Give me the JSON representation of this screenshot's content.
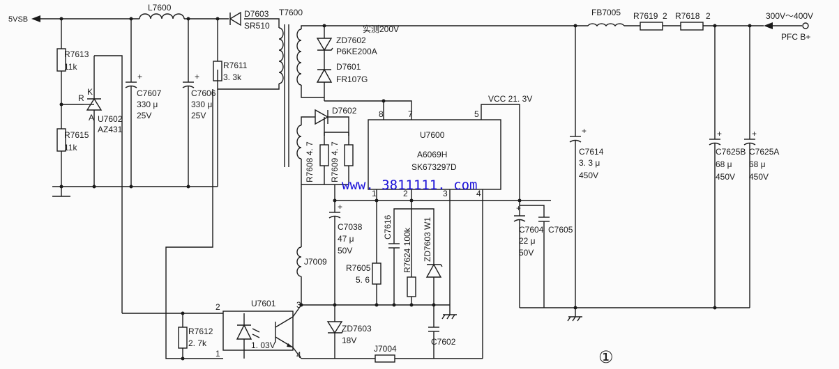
{
  "labels": {
    "net_5v": "5VSB",
    "l7600": "L7600",
    "d7603": "D7603",
    "sr510": "SR510",
    "t7600": "T7600",
    "measured": "实测200V",
    "zd7602": "ZD7602",
    "p6ke": "P6KE200A",
    "d7601": "D7601",
    "fr107": "FR107G",
    "fb7005": "FB7005",
    "r7619": "R7619",
    "r7619_v": "2",
    "r7618": "R7618",
    "r7618_v": "2",
    "in_volt": "300V～400V",
    "pfc": "PFC B+",
    "r7613": "R7613",
    "r7613_v": "11k",
    "r7615": "R7615",
    "r7615_v": "11k",
    "u7602": "U7602",
    "az431": "AZ431",
    "pin_r": "R",
    "pin_k": "K",
    "pin_a": "A",
    "c7607": "C7607",
    "c7607_v": "330 μ",
    "c7607_v2": "25V",
    "c7606": "C7606",
    "c7606_v": "330 μ",
    "c7606_v2": "25V",
    "r7611": "R7611",
    "r7611_v": "3. 3k",
    "d7602": "D7602",
    "r7608": "R7608  4. 7",
    "r7609": "R7609  4. 7",
    "u7600": "U7600",
    "a6069": "A6069H",
    "sk": "SK673297D",
    "vcc": "VCC  21. 3V",
    "p8": "8",
    "p7": "7",
    "p5": "5",
    "p1": "1",
    "p2": "2",
    "p3": "3",
    "p4": "4",
    "watermark": "www. 3811111. com",
    "c7614": "C7614",
    "c7614_v": "3. 3 μ",
    "c7614_v2": "450V",
    "c7625b": "C7625B",
    "c7625b_v": "68 μ",
    "c7625b_v2": "450V",
    "c7625a": "C7625A",
    "c7625a_v": "68 μ",
    "c7625a_v2": "450V",
    "c7038": "C7038",
    "c7038_v": "47 μ",
    "c7038_v2": "50V",
    "c7616": "C7616",
    "r7624": "R7624  100k",
    "zd7603w1": "ZD7603 W1",
    "c7604": "C7604",
    "c7604_v": "22 μ",
    "c7604_v2": "50V",
    "c7605": "C7605",
    "j7009": "J7009",
    "r7605": "R7605",
    "r7605_v": "5. 6",
    "u7601": "U7601",
    "r7612": "R7612",
    "r7612_v": "2. 7k",
    "opto_v": "1. 03V",
    "opto_p2": "2",
    "opto_p1": "1",
    "opto_p3": "3",
    "opto_p4": "4",
    "zd7603": "ZD7603",
    "zd7603_v": "18V",
    "j7004": "J7004",
    "c7602": "C7602",
    "fig": "①"
  }
}
